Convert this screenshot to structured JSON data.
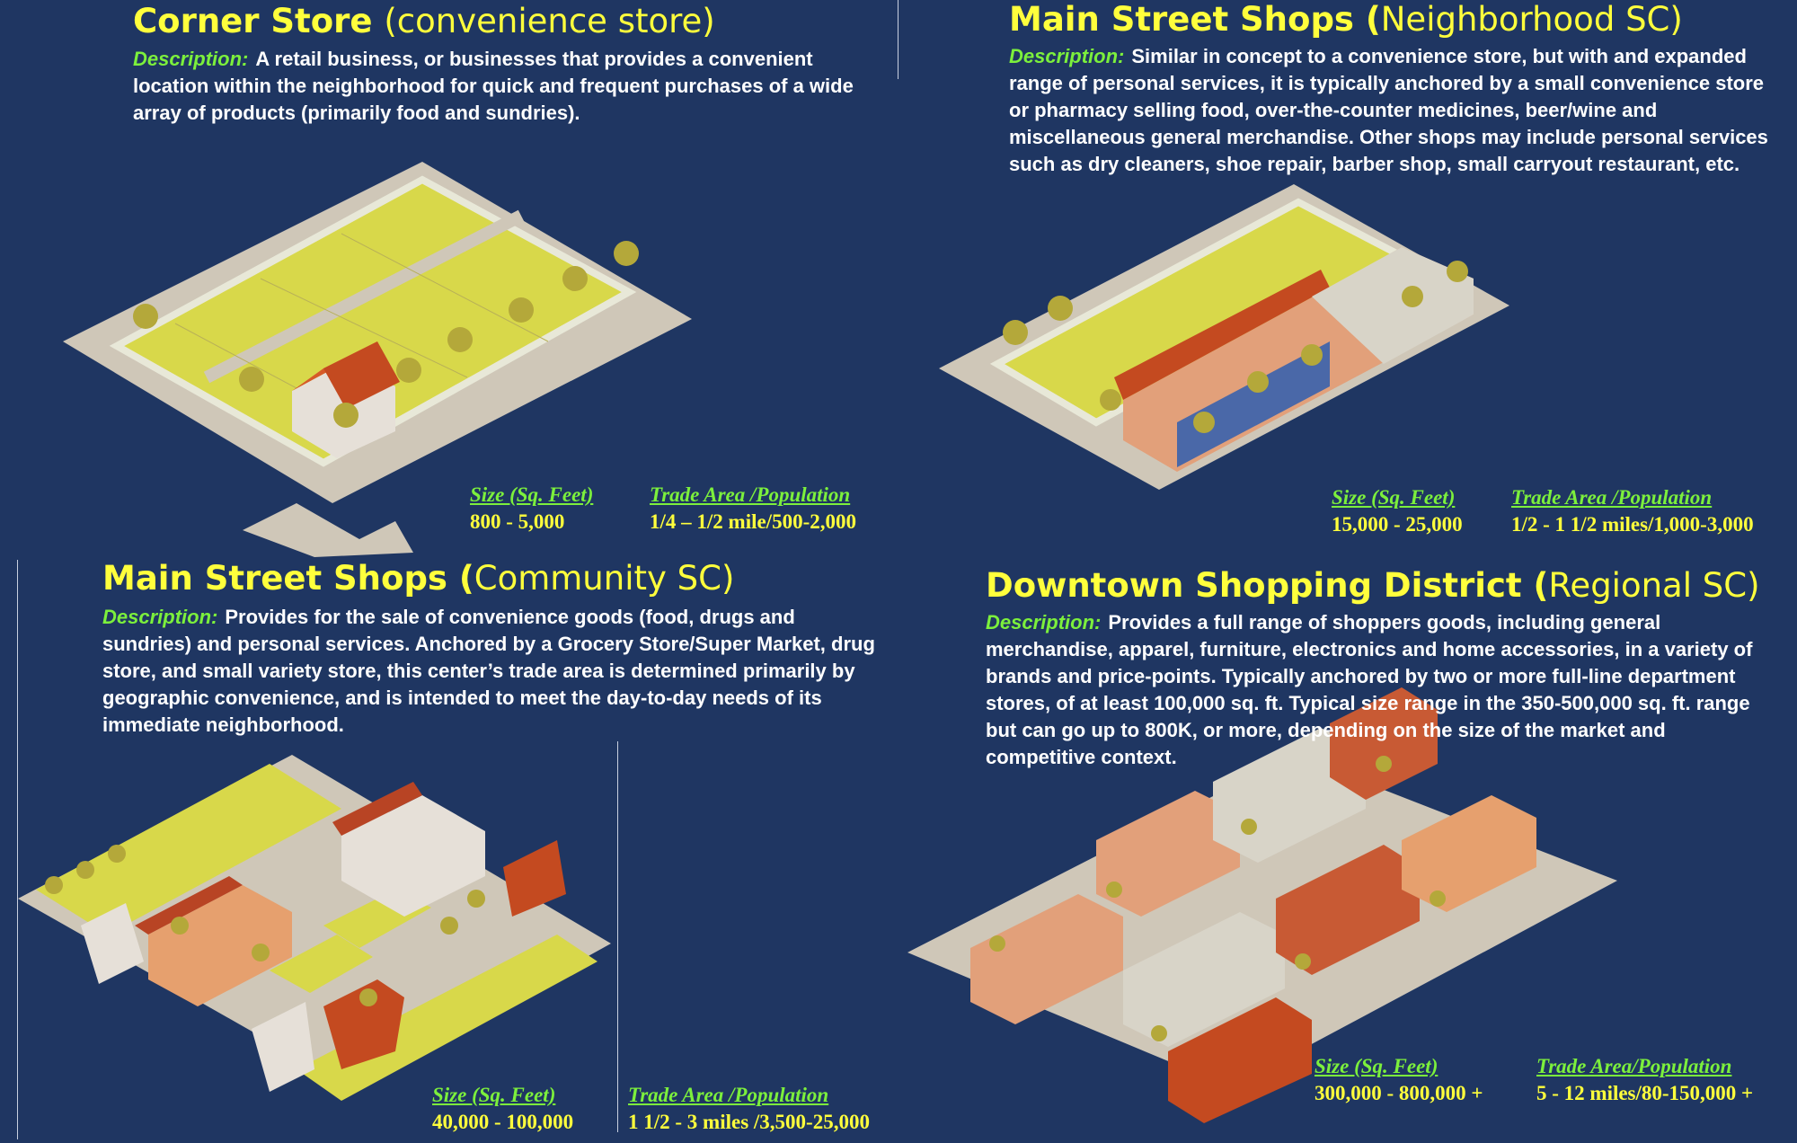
{
  "colors": {
    "background": "#1f3662",
    "title": "#ffff3c",
    "label": "#7cf03c",
    "text": "#ffffff",
    "lot": "#d8d84a",
    "street": "#cfc7b8"
  },
  "panels": [
    {
      "title_main": "Corner Store",
      "title_sub": "(convenience store)",
      "desc_label": "Description:",
      "desc_text": "A retail business, or businesses that provides a convenient location within the neighborhood for quick and frequent purchases of a wide array of products (primarily food and sundries).",
      "size_header": "Size (Sq. Feet)",
      "size_value": "800 - 5,000",
      "trade_header": "Trade Area /Population",
      "trade_value": "1/4 – 1/2 mile/500-2,000"
    },
    {
      "title_main": "Main Street Shops (",
      "title_sub": "Neighborhood SC)",
      "desc_label": "Description:",
      "desc_text": "Similar in concept to a convenience store, but with and expanded range of personal services, it is typically anchored by a small convenience store or pharmacy selling food, over-the-counter medicines, beer/wine and miscellaneous general merchandise.  Other shops may include personal services such as dry cleaners, shoe repair, barber shop, small carryout restaurant, etc.",
      "size_header": "Size (Sq. Feet)",
      "size_value": "15,000 - 25,000",
      "trade_header": "Trade Area /Population",
      "trade_value": "1/2 - 1 1/2 miles/1,000-3,000"
    },
    {
      "title_main": "Main Street Shops (",
      "title_sub": "Community SC)",
      "desc_label": "Description:",
      "desc_text": "Provides for the sale of convenience goods (food, drugs and sundries) and personal services.  Anchored by a Grocery Store/Super Market, drug store, and small variety store, this center’s trade area is determined primarily by geographic convenience, and is intended to meet the day-to-day needs of its immediate neighborhood.",
      "size_header": "Size (Sq. Feet)",
      "size_value": "40,000 - 100,000",
      "trade_header": "Trade Area /Population",
      "trade_value": "1 1/2 - 3 miles /3,500-25,000"
    },
    {
      "title_main": "Downtown Shopping District (",
      "title_sub": "Regional SC)",
      "desc_label": "Description:",
      "desc_text": "Provides a full range of shoppers goods, including general merchandise, apparel, furniture, electronics and home accessories, in a variety of brands and price-points. Typically anchored by two or more full-line department stores, of at least 100,000 sq. ft.  Typical size range in the 350-500,000 sq. ft. range but can go up to 800K, or more, depending on the size of the market and competitive context.",
      "size_header": "Size (Sq. Feet)",
      "size_value": "300,000 - 800,000 +",
      "trade_header": "Trade Area/Population",
      "trade_value": "5 - 12 miles/80-150,000 +"
    }
  ]
}
